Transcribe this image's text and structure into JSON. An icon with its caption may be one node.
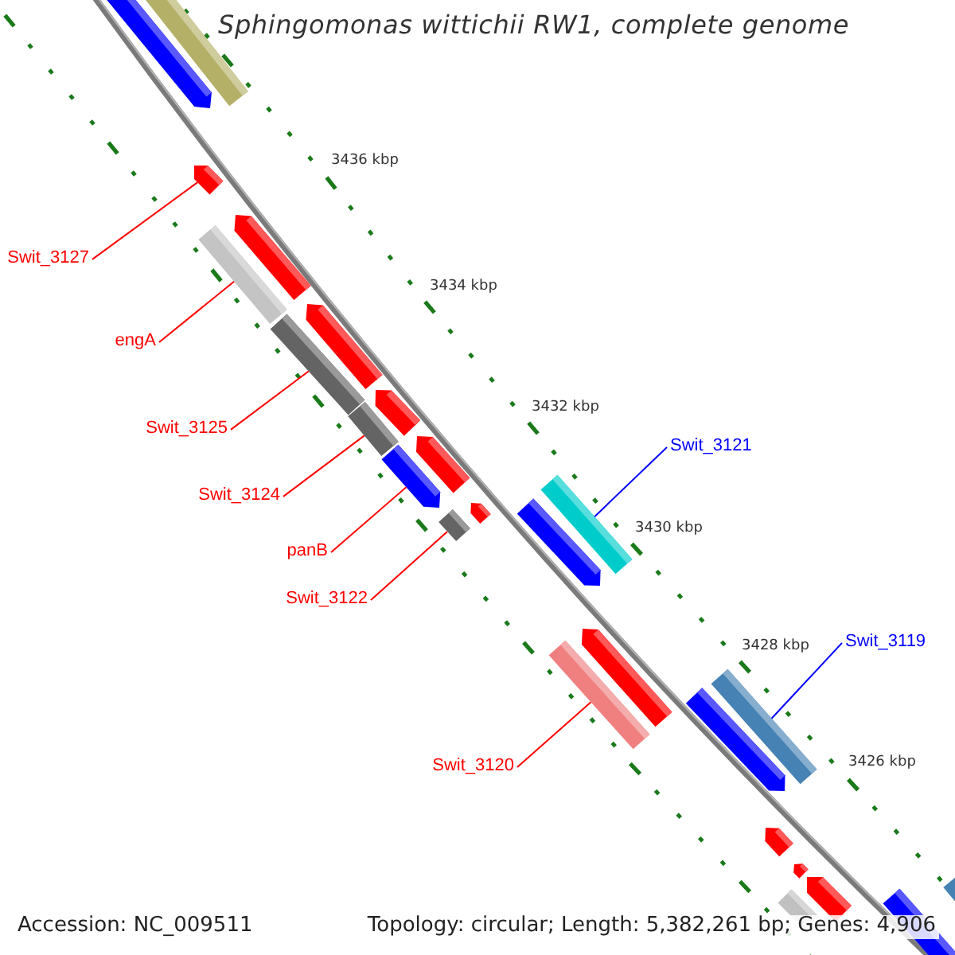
{
  "diagram": {
    "title": "Sphingomonas wittichii RW1, complete genome",
    "nodes": [
      {
        "text": [
          "Swit_3127"
        ]
      },
      {
        "text": [
          "engA"
        ]
      },
      {
        "text": [
          "Swit_3125"
        ]
      },
      {
        "text": [
          "Swit_3121"
        ]
      },
      {
        "text": [
          "Swit_3124"
        ]
      },
      {
        "text": [
          "panB"
        ]
      },
      {
        "text": [
          "Swit_3122"
        ]
      },
      {
        "text": [
          "Swit_3119"
        ]
      },
      {
        "text": [
          "Swit_3120"
        ]
      },
      {
        "text": [],
        "shape": "arrow"
      },
      {
        "text": [],
        "shape": "bar"
      },
      {
        "text": [],
        "shape": "arrow"
      },
      {
        "text": [],
        "shape": "arrow"
      },
      {
        "text": [],
        "shape": "bar"
      },
      {
        "text": [],
        "shape": "arrow"
      },
      {
        "text": [],
        "shape": "bar"
      },
      {
        "text": [],
        "shape": "arrow"
      },
      {
        "text": [],
        "shape": "bar"
      },
      {
        "text": [],
        "shape": "arrow"
      },
      {
        "text": [],
        "shape": "arrow"
      },
      {
        "text": [],
        "shape": "bar"
      },
      {
        "text": [],
        "shape": "arrow"
      },
      {
        "text": [],
        "shape": "arrow"
      },
      {
        "text": [],
        "shape": "bar"
      },
      {
        "text": [],
        "shape": "arrow"
      },
      {
        "text": [],
        "shape": "bar"
      },
      {
        "text": [],
        "shape": "bar"
      },
      {
        "text": [],
        "shape": "arrow"
      },
      {
        "text": [],
        "shape": "arrow"
      },
      {
        "text": [],
        "shape": "arrow"
      },
      {
        "text": [],
        "shape": "arrow"
      },
      {
        "text": [],
        "shape": "arrow"
      },
      {
        "text": [],
        "shape": "bar"
      },
      {
        "text": [],
        "shape": "bar"
      }
    ],
    "edges": [
      {
        "from": 0,
        "to": 11,
        "arrow": "none"
      },
      {
        "from": 1,
        "to": 13,
        "arrow": "none"
      },
      {
        "from": 2,
        "to": 15,
        "arrow": "none"
      },
      {
        "from": 3,
        "to": 20,
        "arrow": "none",
        "color": "#0000ff"
      },
      {
        "from": 4,
        "to": 17,
        "arrow": "none"
      },
      {
        "from": 5,
        "to": 19,
        "arrow": "none"
      },
      {
        "from": 6,
        "to": 23,
        "arrow": "none"
      },
      {
        "from": 7,
        "to": 26,
        "arrow": "none",
        "color": "#0000ff"
      },
      {
        "from": 8,
        "to": 25,
        "arrow": "none"
      }
    ],
    "labels": [
      "3436 kbp",
      "3434 kbp",
      "3432 kbp",
      "3430 kbp",
      "3428 kbp",
      "3426 kbp",
      "Accession: NC_009511",
      "Topology: circular; Length: 5,382,261 bp; Genes: 4,906"
    ]
  }
}
